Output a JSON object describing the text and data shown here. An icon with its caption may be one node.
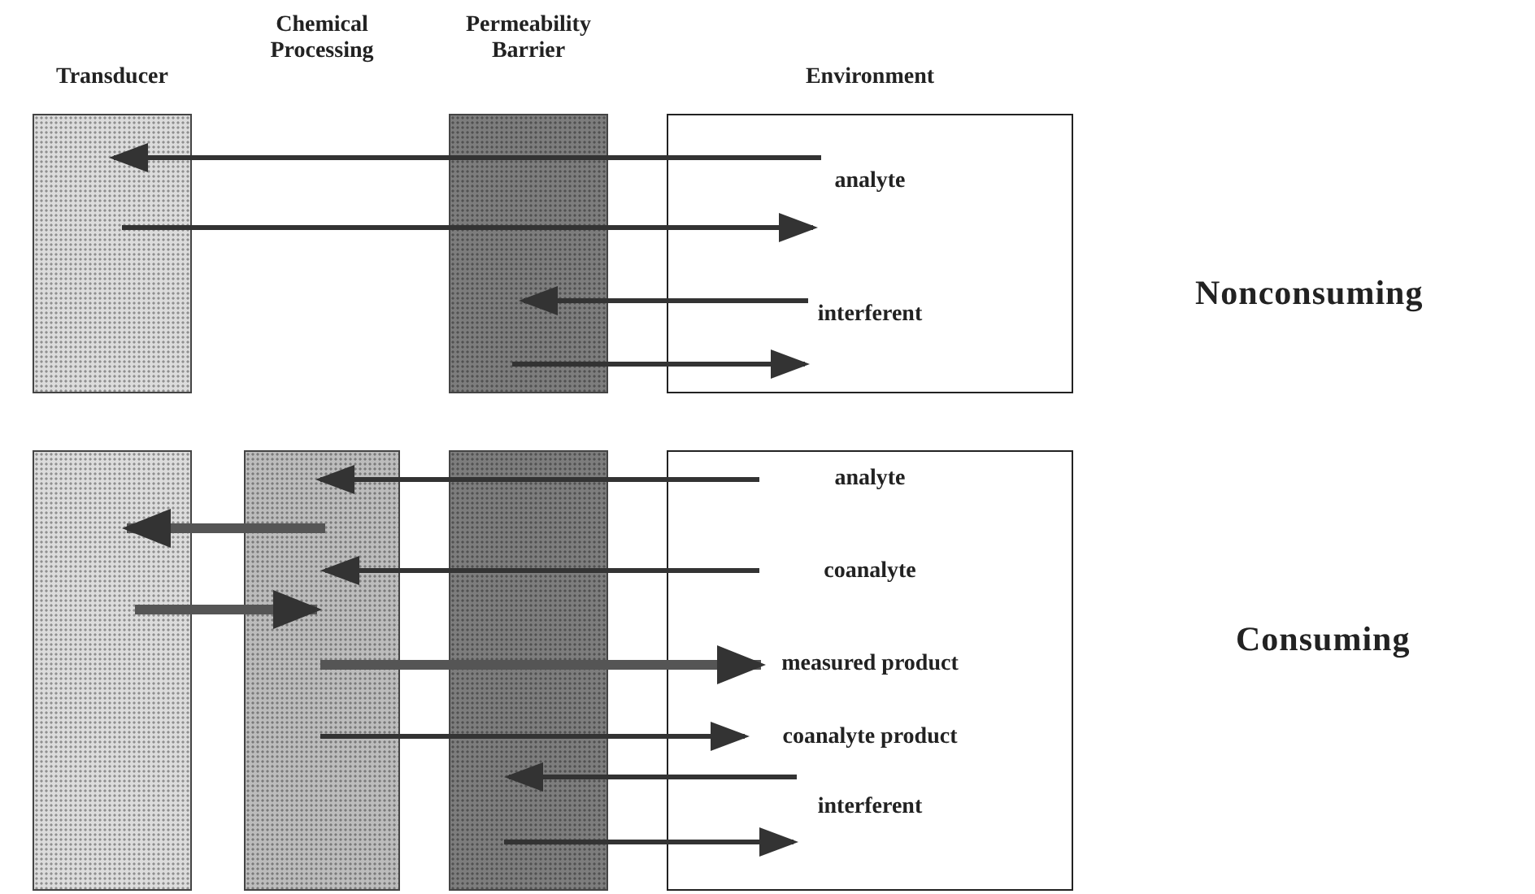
{
  "diagram": {
    "nodes": [
      {
        "text": [
          "Transducer"
        ]
      },
      {
        "text": [
          "Permeability Barrier"
        ]
      },
      {
        "text": [
          "Environment",
          "analyte",
          "interferent"
        ]
      },
      {
        "text": [],
        "shape": "bar"
      },
      {
        "text": [],
        "shape": "bar"
      },
      {
        "text": [],
        "shape": "bar"
      },
      {
        "text": [
          "analyte",
          "coanalyte",
          "measured product",
          "coanalyte product",
          "interferent"
        ]
      }
    ],
    "edges": [
      {
        "from": 2,
        "to": 1,
        "arrow": "none"
      },
      {
        "from": 1,
        "to": 0,
        "arrow": "to"
      },
      {
        "from": 0,
        "to": 1,
        "arrow": "none"
      },
      {
        "from": 1,
        "to": 2,
        "arrow": "to"
      },
      {
        "from": 2,
        "to": 1,
        "arrow": "to"
      },
      {
        "from": 1,
        "to": 2,
        "arrow": "to"
      },
      {
        "from": 6,
        "to": 5,
        "arrow": "none"
      },
      {
        "from": 5,
        "to": 4,
        "arrow": "to"
      },
      {
        "from": 4,
        "to": 3,
        "arrow": "to",
        "style": "thick"
      },
      {
        "from": 6,
        "to": 5,
        "arrow": "none"
      },
      {
        "from": 5,
        "to": 4,
        "arrow": "to"
      },
      {
        "from": 3,
        "to": 4,
        "arrow": "to",
        "style": "thick"
      },
      {
        "from": 4,
        "to": 5,
        "arrow": "none",
        "style": "thick"
      },
      {
        "from": 5,
        "to": 6,
        "arrow": "to",
        "style": "thick"
      },
      {
        "from": 4,
        "to": 5,
        "arrow": "none"
      },
      {
        "from": 5,
        "to": 6,
        "arrow": "to"
      },
      {
        "from": 6,
        "to": 5,
        "arrow": "to"
      },
      {
        "from": 5,
        "to": 6,
        "arrow": "to"
      }
    ],
    "labels": [
      "Chemical Processing",
      "Nonconsuming",
      "Consuming"
    ]
  }
}
